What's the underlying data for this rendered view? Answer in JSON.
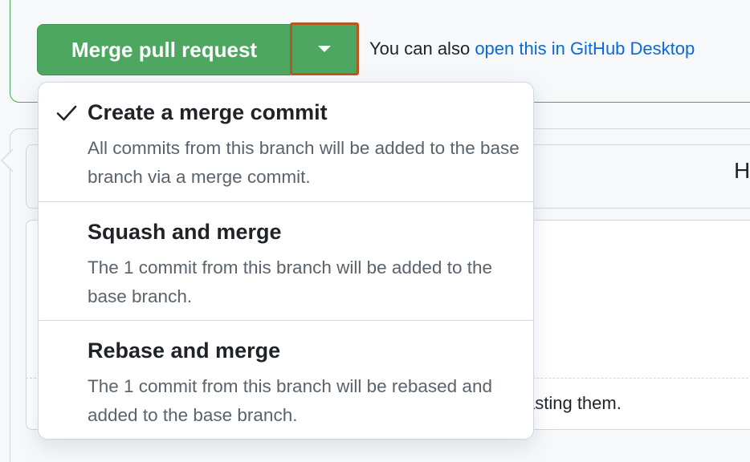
{
  "merge": {
    "button_label": "Merge pull request",
    "dropdown_icon": "triangle-down-icon",
    "also_text": "You can also",
    "desktop_link": "open this in GitHub Desktop"
  },
  "menu": {
    "items": [
      {
        "title": "Create a merge commit",
        "description": "All commits from this branch will be added to the base branch via a merge commit.",
        "selected": true
      },
      {
        "title": "Squash and merge",
        "description": "The 1 commit from this branch will be added to the base branch.",
        "selected": false
      },
      {
        "title": "Rebase and merge",
        "description": "The 1 commit from this branch will be rebased and added to the base branch.",
        "selected": false
      }
    ]
  },
  "background": {
    "tab_letter_partial": "H",
    "trailing_text_partial": "asting them."
  },
  "colors": {
    "merge_green": "#4ea760",
    "highlight_border": "#b8561f",
    "link_blue": "#0969da"
  }
}
